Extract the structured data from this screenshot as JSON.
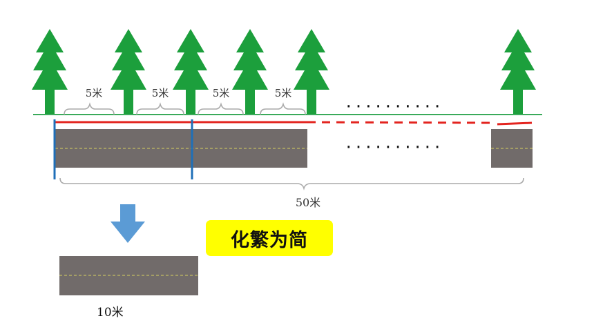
{
  "diagram": {
    "gap_label": "5米",
    "total_label": "50米",
    "simplify_label": "化繁为简",
    "segment_label": "10米",
    "ellipsis": "··········",
    "colors": {
      "tree": "#1c9f3c",
      "ground": "#3aaa5a",
      "road": "#716b6a",
      "lane_mark": "#d8d060",
      "red_line": "#e3241f",
      "blue_marker": "#1f6fb8",
      "brace": "#aaaaaa",
      "arrow": "#5b9bd5",
      "highlight": "#ffff00"
    },
    "tree_icon": "pine-tree-icon",
    "arrow_icon": "down-arrow-icon"
  }
}
